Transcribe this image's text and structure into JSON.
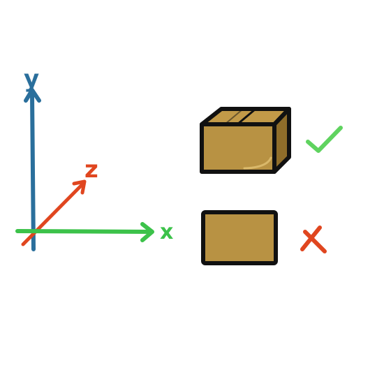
{
  "axes": {
    "y_label": "y",
    "z_label": "z",
    "x_label": "x",
    "y_color": "#2a6f9c",
    "z_color": "#e0461f",
    "x_color": "#3cc24a"
  },
  "boxes": {
    "fill": "#b89243",
    "top_fill": "#c29a48",
    "side_fill": "#8f6d2a",
    "outline": "#111111"
  },
  "marks": {
    "check_icon": "check-icon",
    "cross_icon": "cross-icon",
    "check_color": "#5fd35f",
    "cross_color": "#e0461f"
  }
}
